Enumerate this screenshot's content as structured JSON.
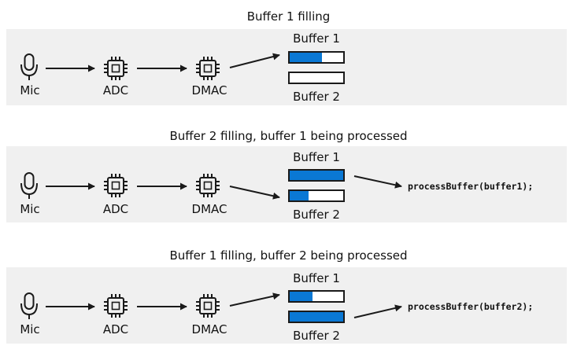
{
  "colors": {
    "buffer_fill": "#0a78d4",
    "panel_bg": "#f0f0f0",
    "stroke": "#1a1a1a"
  },
  "icons": {
    "mic": "microphone-icon",
    "adc": "chip-icon",
    "dmac": "chip-icon"
  },
  "stages": [
    {
      "title": "Buffer 1 filling",
      "mic": "Mic",
      "adc": "ADC",
      "dmac": "DMAC",
      "buffer1": {
        "label": "Buffer 1",
        "fill": 0.6
      },
      "buffer2": {
        "label": "Buffer 2",
        "fill": 0.0
      },
      "processing_target": null,
      "code": ""
    },
    {
      "title": "Buffer 2 filling, buffer 1 being processed",
      "mic": "Mic",
      "adc": "ADC",
      "dmac": "DMAC",
      "buffer1": {
        "label": "Buffer 1",
        "fill": 1.0
      },
      "buffer2": {
        "label": "Buffer 2",
        "fill": 0.35
      },
      "processing_target": "buffer1",
      "code": "processBuffer(buffer1);"
    },
    {
      "title": "Buffer 1 filling, buffer 2 being processed",
      "mic": "Mic",
      "adc": "ADC",
      "dmac": "DMAC",
      "buffer1": {
        "label": "Buffer 1",
        "fill": 0.42
      },
      "buffer2": {
        "label": "Buffer 2",
        "fill": 1.0
      },
      "processing_target": "buffer2",
      "code": "processBuffer(buffer2);"
    }
  ]
}
